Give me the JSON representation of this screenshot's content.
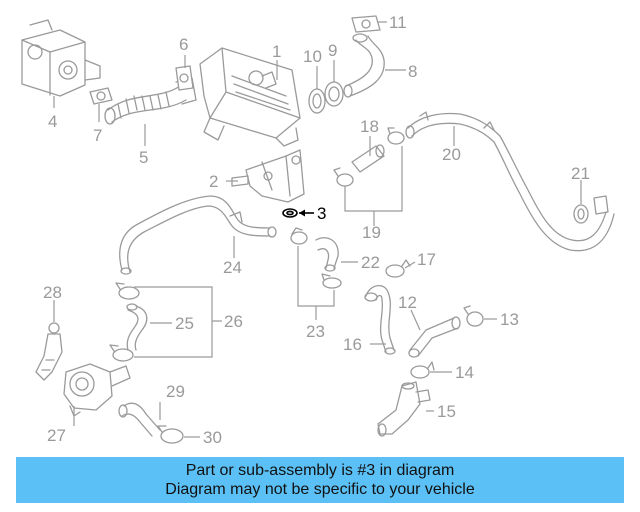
{
  "diagram": {
    "highlight_color": "#000000",
    "part_color": "#9a9a9a",
    "callouts": [
      {
        "id": "1",
        "label": "1"
      },
      {
        "id": "2",
        "label": "2"
      },
      {
        "id": "3",
        "label": "3"
      },
      {
        "id": "4",
        "label": "4"
      },
      {
        "id": "5",
        "label": "5"
      },
      {
        "id": "6",
        "label": "6"
      },
      {
        "id": "7",
        "label": "7"
      },
      {
        "id": "8",
        "label": "8"
      },
      {
        "id": "9",
        "label": "9"
      },
      {
        "id": "10",
        "label": "10"
      },
      {
        "id": "11",
        "label": "11"
      },
      {
        "id": "12",
        "label": "12"
      },
      {
        "id": "13",
        "label": "13"
      },
      {
        "id": "14",
        "label": "14"
      },
      {
        "id": "15",
        "label": "15"
      },
      {
        "id": "16",
        "label": "16"
      },
      {
        "id": "17",
        "label": "17"
      },
      {
        "id": "18",
        "label": "18"
      },
      {
        "id": "19",
        "label": "19"
      },
      {
        "id": "20",
        "label": "20"
      },
      {
        "id": "21",
        "label": "21"
      },
      {
        "id": "22",
        "label": "22"
      },
      {
        "id": "23",
        "label": "23"
      },
      {
        "id": "24",
        "label": "24"
      },
      {
        "id": "25",
        "label": "25"
      },
      {
        "id": "26",
        "label": "26"
      },
      {
        "id": "27",
        "label": "27"
      },
      {
        "id": "28",
        "label": "28"
      },
      {
        "id": "29",
        "label": "29"
      },
      {
        "id": "30",
        "label": "30"
      }
    ]
  },
  "banner": {
    "background": "#5bc0f5",
    "line1": "Part or sub-assembly is #3 in diagram",
    "line2": "Diagram may not be specific to your vehicle"
  }
}
